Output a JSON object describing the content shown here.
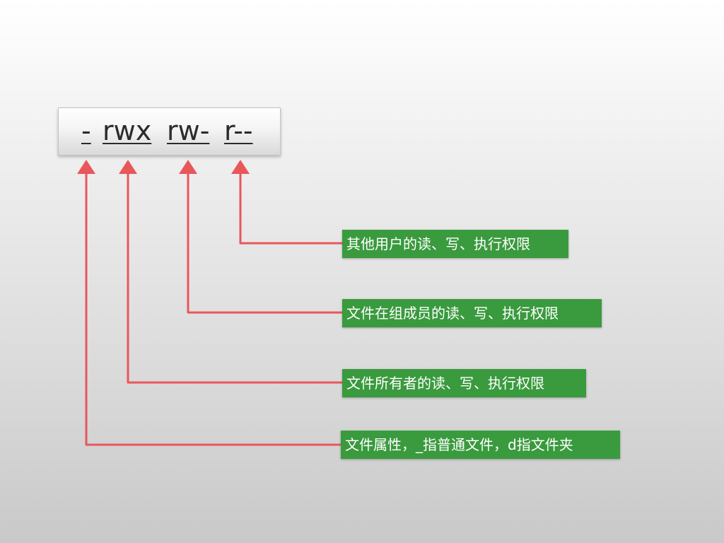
{
  "permission_string": {
    "type_char": "-",
    "owner_perms": "rwx",
    "group_perms": "rw-",
    "other_perms": "r--"
  },
  "labels": {
    "other": "其他用户的读、写、执行权限",
    "group": "文件在组成员的读、写、执行权限",
    "owner": "文件所有者的读、写、执行权限",
    "type": "文件属性，_指普通文件，d指文件夹"
  },
  "colors": {
    "arrow": "#e8575a",
    "label_bg": "#3a9a3e",
    "label_text": "#ffffff"
  }
}
